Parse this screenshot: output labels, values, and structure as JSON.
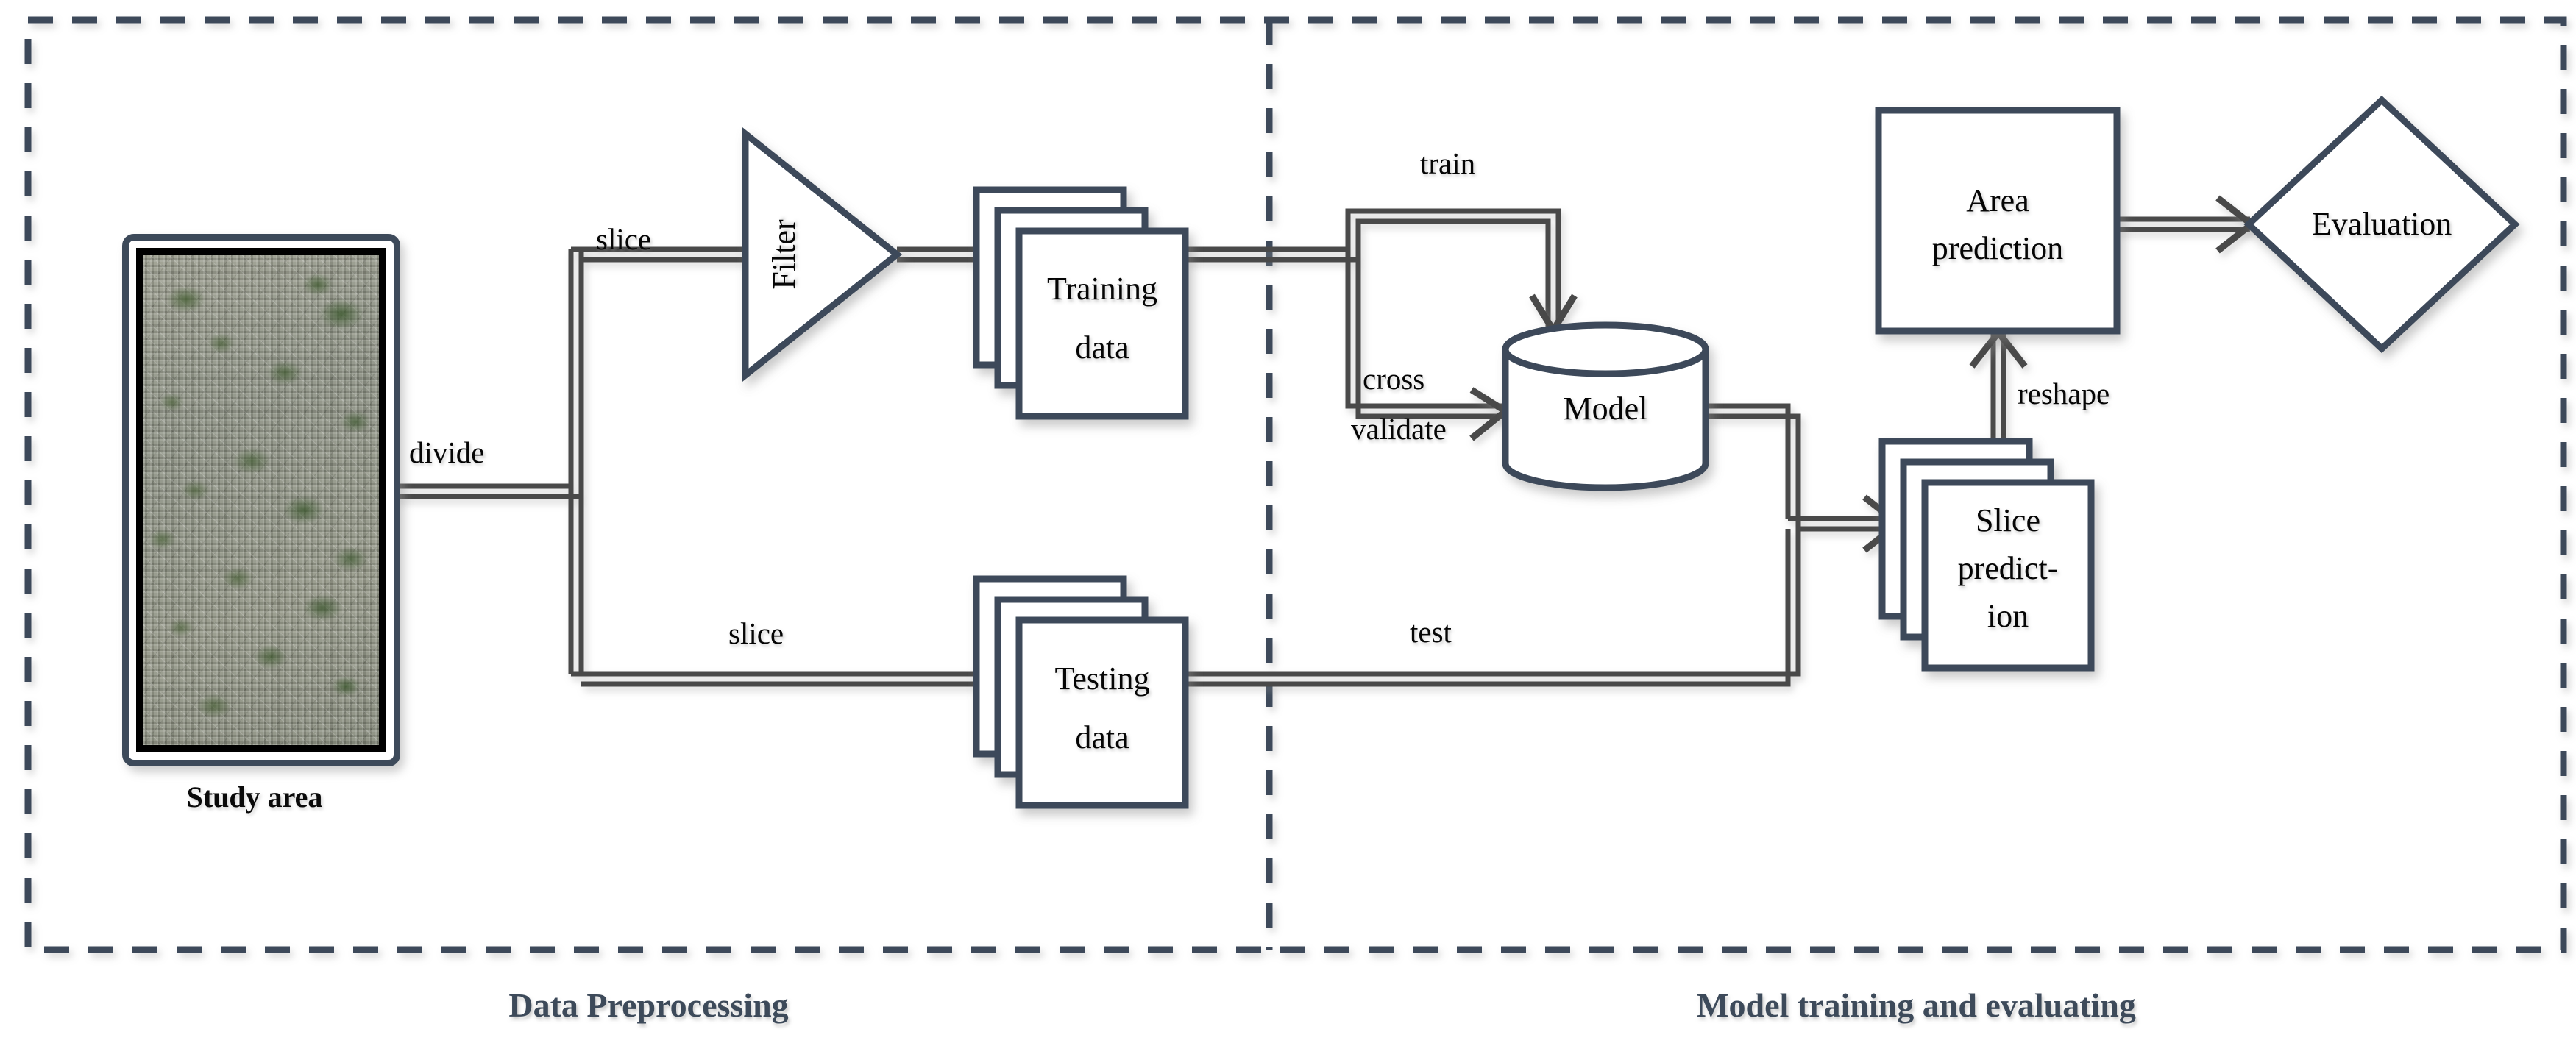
{
  "figure": {
    "type": "flowchart",
    "panels": [
      {
        "id": "left",
        "caption": "Data Preprocessing"
      },
      {
        "id": "right",
        "caption": "Model training and evaluating"
      }
    ],
    "accent_color": "#3d4a5a",
    "line_color": "#4a4a4a",
    "text_color": "#050505"
  },
  "nodes": {
    "study_area": {
      "label": "Study area",
      "shape": "image-frame"
    },
    "filter": {
      "label": "Filter",
      "shape": "triangle",
      "rotation": "-90deg"
    },
    "training_data": {
      "label_line1": "Training",
      "label_line2": "data",
      "shape": "stacked-document"
    },
    "testing_data": {
      "label_line1": "Testing",
      "label_line2": "data",
      "shape": "stacked-document"
    },
    "model": {
      "label": "Model",
      "shape": "cylinder"
    },
    "slice_prediction": {
      "label_line1": "Slice",
      "label_line2": "predict-",
      "label_line3": "ion",
      "shape": "stacked-document"
    },
    "area_prediction": {
      "label_line1": "Area",
      "label_line2": "prediction",
      "shape": "rectangle"
    },
    "evaluation": {
      "label": "Evaluation",
      "shape": "diamond"
    }
  },
  "edges": [
    {
      "id": "divide",
      "label": "divide",
      "from": "study_area",
      "to": "split"
    },
    {
      "id": "slice_top",
      "label": "slice",
      "from": "split",
      "to": "filter"
    },
    {
      "id": "filter_out",
      "label": "",
      "from": "filter",
      "to": "training_data"
    },
    {
      "id": "slice_bottom",
      "label": "slice",
      "from": "split",
      "to": "testing_data"
    },
    {
      "id": "train",
      "label": "train",
      "from": "training_data",
      "to": "model"
    },
    {
      "id": "cross_validate",
      "label_line1": "cross",
      "label_line2": "validate",
      "from": "training_data",
      "to": "model"
    },
    {
      "id": "test",
      "label": "test",
      "from": "testing_data",
      "to": "slice_prediction"
    },
    {
      "id": "model_out",
      "label": "",
      "from": "model",
      "to": "slice_prediction"
    },
    {
      "id": "reshape",
      "label": "reshape",
      "from": "slice_prediction",
      "to": "area_prediction"
    },
    {
      "id": "evaluate",
      "label": "",
      "from": "area_prediction",
      "to": "evaluation"
    }
  ],
  "labels": {
    "divide": "divide",
    "slice_top": "slice",
    "slice_bottom": "slice",
    "train": "train",
    "cross": "cross",
    "validate": "validate",
    "test": "test",
    "reshape": "reshape",
    "filter": "Filter",
    "model": "Model",
    "evaluation": "Evaluation",
    "training_l1": "Training",
    "training_l2": "data",
    "testing_l1": "Testing",
    "testing_l2": "data",
    "slice_l1": "Slice",
    "slice_l2": "predict-",
    "slice_l3": "ion",
    "area_l1": "Area",
    "area_l2": "prediction",
    "study_area": "Study area",
    "caption_left": "Data Preprocessing",
    "caption_right": "Model training and evaluating"
  }
}
